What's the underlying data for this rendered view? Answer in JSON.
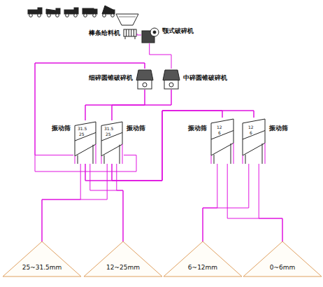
{
  "diagram": {
    "nodes": [
      {
        "text": [
          "棒条给料机"
        ]
      },
      {
        "text": [
          "颚式破碎机"
        ]
      },
      {
        "text": [
          "细碎圆锥破碎机"
        ]
      },
      {
        "text": [
          "中碎圆锥破碎机"
        ]
      },
      {
        "text": [
          "振动筛"
        ]
      },
      {
        "text": [
          "振动筛"
        ]
      },
      {
        "text": [
          "振动筛"
        ]
      },
      {
        "text": [
          "振动筛"
        ]
      },
      {
        "text": [
          "25~31.5mm"
        ]
      },
      {
        "text": [
          "12~25mm"
        ]
      },
      {
        "text": [
          "6~12mm"
        ]
      },
      {
        "text": [
          "0~6mm"
        ]
      }
    ],
    "edges": [
      {
        "from": 0,
        "to": 1,
        "arrow": "none"
      },
      {
        "from": 1,
        "to": 3,
        "arrow": "none"
      },
      {
        "from": 2,
        "to": 4,
        "arrow": "none"
      },
      {
        "from": 2,
        "to": 5,
        "arrow": "none"
      },
      {
        "from": 3,
        "to": 4,
        "arrow": "none"
      },
      {
        "from": 3,
        "to": 5,
        "arrow": "none"
      },
      {
        "from": 4,
        "to": 2,
        "arrow": "none"
      },
      {
        "from": 5,
        "to": 2,
        "arrow": "none"
      },
      {
        "from": 4,
        "to": 8,
        "arrow": "none"
      },
      {
        "from": 5,
        "to": 8,
        "arrow": "none"
      },
      {
        "from": 4,
        "to": 9,
        "arrow": "none"
      },
      {
        "from": 5,
        "to": 9,
        "arrow": "none"
      },
      {
        "from": 4,
        "to": 6,
        "arrow": "none"
      },
      {
        "from": 4,
        "to": 7,
        "arrow": "none"
      },
      {
        "from": 5,
        "to": 6,
        "arrow": "none"
      },
      {
        "from": 5,
        "to": 7,
        "arrow": "none"
      },
      {
        "from": 6,
        "to": 10,
        "arrow": "none"
      },
      {
        "from": 7,
        "to": 10,
        "arrow": "none"
      },
      {
        "from": 6,
        "to": 11,
        "arrow": "none"
      },
      {
        "from": 7,
        "to": 11,
        "arrow": "none"
      }
    ],
    "labels": [
      "31.5",
      "25",
      "31.5",
      "25",
      "12",
      "6",
      "12",
      "6"
    ]
  }
}
